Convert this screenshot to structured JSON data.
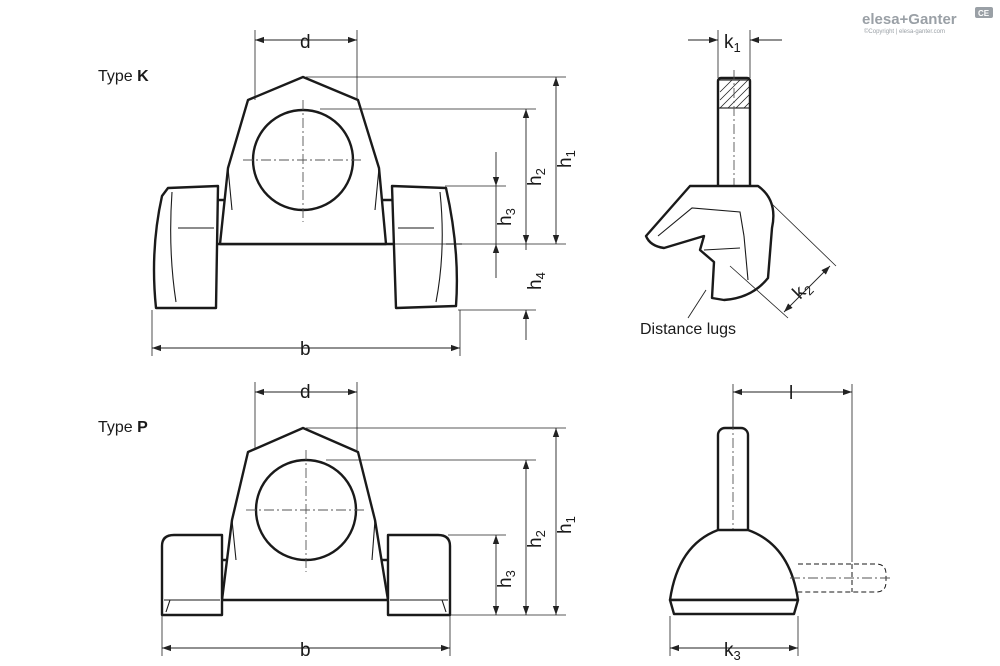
{
  "labels": {
    "type_k_prefix": "Type ",
    "type_k_letter": "K",
    "type_p_prefix": "Type ",
    "type_p_letter": "P",
    "d": "d",
    "b": "b",
    "h": "h",
    "k": "k",
    "l": "l",
    "sub_1": "1",
    "sub_2": "2",
    "sub_3": "3",
    "sub_4": "4",
    "distance_lugs": "Distance lugs"
  },
  "brand": {
    "name": "elesa+Ganter",
    "copyright": "©Copyright | elesa-ganter.com",
    "badge": "CE"
  }
}
